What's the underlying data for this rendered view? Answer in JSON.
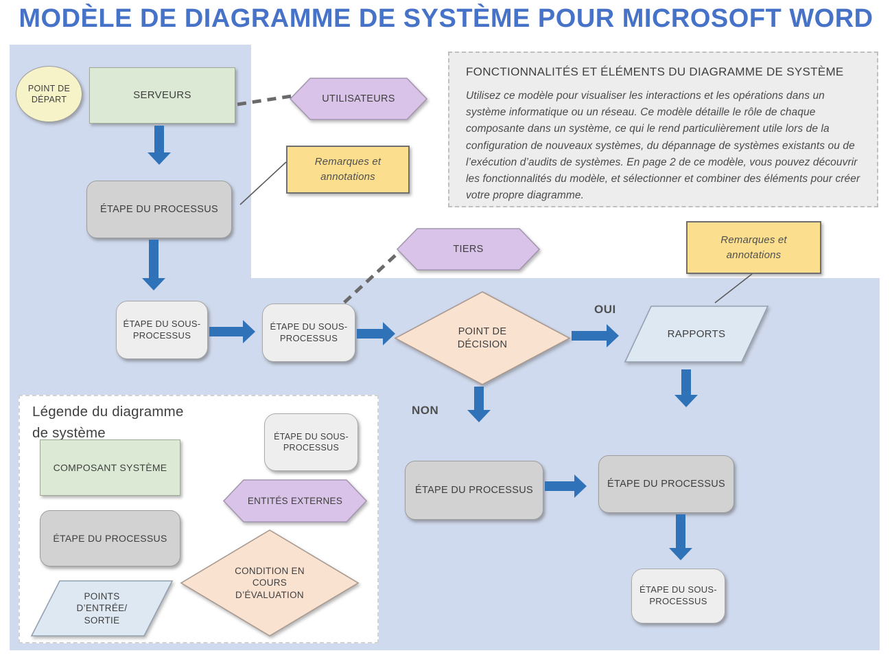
{
  "page_title": "MODÈLE DE DIAGRAMME DE SYSTÈME POUR MICROSOFT WORD",
  "colors": {
    "title-blue": "#4673c8",
    "canvas-blue": "#d0daee",
    "arrow-blue": "#2f72b8",
    "text-dark": "#3e3e3e",
    "text-mid": "#4f4f4f",
    "green-fill": "#dcead5",
    "green-border": "#9fa99a",
    "gray-fill": "#d2d2d2",
    "gray-border": "#9d9d9d",
    "light-fill": "#eeeeee",
    "light-border": "#a9a9a9",
    "purple-fill": "#d9c3e8",
    "purple-border": "#a496b0",
    "yellow-fill": "#fcdf8e",
    "yellow-border": "#6f6f6f",
    "cream-fill": "#f6f3c8",
    "cream-border": "#9c9c9c",
    "peach-fill": "#fae2d1",
    "peach-border": "#a89a90",
    "io-blue-fill": "#dde8f3",
    "io-blue-border": "#93a1b0",
    "info-bg": "#ededed",
    "info-border": "#bfbfbf",
    "legend-border": "#d2d2d2",
    "connector-gray": "#6a6a6a"
  },
  "info_box": {
    "heading": "FONCTIONNALITÉS ET ÉLÉMENTS DU DIAGRAMME DE SYSTÈME",
    "body": "Utilisez ce modèle pour visualiser les interactions et les opérations dans un système informatique ou un réseau. Ce modèle détaille le rôle de chaque composante dans un système, ce qui le rend particulièrement utile lors de la configuration de nouveaux systèmes, du dépannage de systèmes existants ou de l’exécution d’audits de systèmes. En page 2 de ce modèle, vous pouvez découvrir les fonctionnalités du modèle, et sélectionner et combiner des éléments pour créer votre propre diagramme."
  },
  "flowchart": {
    "start": "POINT DE\nDÉPART",
    "serveurs": "SERVEURS",
    "utilisateurs": "UTILISATEURS",
    "tiers": "TIERS",
    "note": "Remarques et\nannotations",
    "process": "ÉTAPE DU PROCESSUS",
    "subprocess": "ÉTAPE DU SOUS-\nPROCESSUS",
    "decision": "POINT DE\nDÉCISION",
    "rapports": "RAPPORTS",
    "oui": "OUI",
    "non": "NON"
  },
  "legend": {
    "title": "Légende du diagramme\nde système",
    "items": [
      {
        "label": "COMPOSANT SYSTÈME"
      },
      {
        "label": "ÉTAPE DU PROCESSUS"
      },
      {
        "label": "POINTS\nD’ENTRÉE/\nSORTIE"
      },
      {
        "label": "ÉTAPE DU SOUS-\nPROCESSUS"
      },
      {
        "label": "ENTITÉS EXTERNES"
      },
      {
        "label": "CONDITION EN\nCOURS\nD’ÉVALUATION"
      }
    ]
  }
}
